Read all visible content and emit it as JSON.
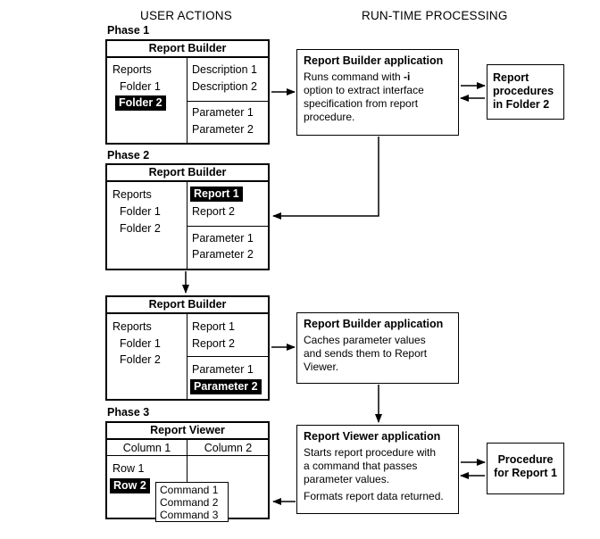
{
  "headers": {
    "user_actions": "USER ACTIONS",
    "runtime": "RUN-TIME PROCESSING"
  },
  "phases": {
    "p1": "Phase 1",
    "p2": "Phase 2",
    "p3": "Phase 3"
  },
  "win1": {
    "title": "Report Builder",
    "reports": "Reports",
    "folder1": "Folder 1",
    "folder2": "Folder 2",
    "desc1": "Description 1",
    "desc2": "Description 2",
    "param1": "Parameter 1",
    "param2": "Parameter 2"
  },
  "win2": {
    "title": "Report Builder",
    "reports": "Reports",
    "folder1": "Folder 1",
    "folder2": "Folder 2",
    "report1": "Report 1",
    "report2": "Report 2",
    "param1": "Parameter 1",
    "param2": "Parameter 2"
  },
  "win3": {
    "title": "Report Builder",
    "reports": "Reports",
    "folder1": "Folder 1",
    "folder2": "Folder 2",
    "report1": "Report 1",
    "report2": "Report 2",
    "param1": "Parameter 1",
    "param2": "Parameter 2"
  },
  "viewer": {
    "title": "Report Viewer",
    "col1": "Column 1",
    "col2": "Column 2",
    "row1": "Row 1",
    "row2": "Row 2",
    "commands": [
      "Command 1",
      "Command 2",
      "Command 3"
    ]
  },
  "proc1": {
    "title": "Report Builder application",
    "line1_pre": "Runs command with ",
    "line1_flag": "-i",
    "line2": "option to extract interface",
    "line3": "specification from report",
    "line4": "procedure."
  },
  "proc2": {
    "title": "Report Builder application",
    "lines": [
      "Caches parameter values",
      "and sends them to Report",
      "Viewer."
    ]
  },
  "proc3": {
    "title": "Report Viewer application",
    "lines": [
      "Starts report procedure with",
      "a command that passes",
      "parameter values."
    ],
    "extra": "Formats report data returned."
  },
  "side1": {
    "lines": [
      "Report",
      "procedures",
      "in Folder 2"
    ]
  },
  "side2": {
    "lines": [
      "Procedure",
      "for Report 1"
    ]
  }
}
